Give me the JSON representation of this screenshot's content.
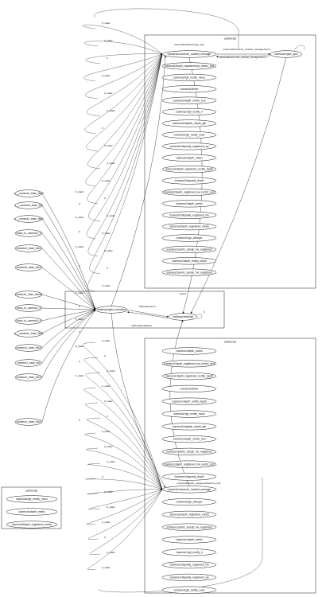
{
  "clusters": [
    {
      "id": "c2",
      "label": "camera2"
    },
    {
      "id": "c1",
      "label": "camera1"
    },
    {
      "id": "c3",
      "label": "camera3"
    }
  ],
  "nodes": {
    "left": [
      "c___camera3_base_link3",
      "c___camera2_base_link",
      "c___camera2_base_link1",
      "/base_to_camera2_tf",
      "/camera2_base_link2",
      "/camera3_base_link3",
      "/camera3_base_link3b",
      "/base_to_camera1_tf",
      "/base_to_camera3_tf",
      "c___camera1_base_link1",
      "/camera1_base_link3",
      "/camera1_base_link",
      "/camera1_base_link2",
      "/camera1_base_link1"
    ],
    "cam2": [
      "/camera2/camera2_nodelet_manager",
      "/camera2/depth_registered/sw_metric_rect",
      "/camera2/rgb_rectify_mono",
      "/camera2/driver",
      "/camera2/depth_metric_rect",
      "/camera2/rgb_rectify_ir",
      "/camera2/register_depth_rgb",
      "/camera2/rgb_rectify_color",
      "/camera2/disparity_registered_sw",
      "/camera2/depth_metric",
      "/camera2/depth_registered_rectify_depth",
      "/camera2/disparity_depth",
      "/camera2/depth_registered_sw_metric_rect",
      "/camera2/depth_points",
      "/camera2/disparity_registered_hw",
      "/camera2/depth_registered_metric",
      "/camera2/rgb_debayer",
      "/camera2/points_xyzrgb_sw_registered",
      "/camera2/depth_rectify_depth",
      "/camera2/points_xyzrgb_hw_registered"
    ],
    "cam1": [
      "/camera1/depth_points",
      "/camera1/depth_registered_sw_metric_rect",
      "/camera1/depth_registered_rectify_depth",
      "/camera1/driver",
      "/camera1/depth_rectify_depth",
      "/camera1/rgb_rectify_mono",
      "/camera1/register_depth_rgb",
      "/camera1/depth_metric_rect",
      "/camera1/points_xyzrgb_hw_registered",
      "/camera1/depth_registered_hw_metric_rect",
      "/camera1/disparity_depth",
      "/camera1/camera1_nodelet_manager",
      "/camera1/rgb_debayer",
      "/camera1/depth_registered_metric",
      "/camera1/points_xyzrgb_sw_registered",
      "/camera1/depth_metric",
      "/camera1/rgb_rectify_ir",
      "/camera1/disparity_registered_hw",
      "/camera1/disparity_registered_sw",
      "/camera1/rgb_rectify_color"
    ],
    "cam3": [
      "/camera3/rgb_rectify_mono",
      "/camera3/depth_metric",
      "/camera3/depth_registered_metric"
    ],
    "mid": {
      "odometry": "/rtabmap/rgbd_odometry",
      "rtabmap": "/rtabmap/rtabmap",
      "rgb_sync": "/camera2/rgbd_sync"
    }
  },
  "edge_labels": {
    "tf_static": "tf_static",
    "tf": "tf",
    "odom": "/odom",
    "cloud_map": "/rtabmap/odom",
    "mapdata": "/rtabmap/mapData",
    "cam2_mgr_bond": "/camera2/camera2_nodelet_manager/bond",
    "cam2_mgr_bond2": "/camera2/camera2_nodelet_manager/bond",
    "cam2_depth_image": "/camera2/depth/image_raw",
    "cam1_rgb_info": "/camera1/depth_registered/camera_info"
  }
}
